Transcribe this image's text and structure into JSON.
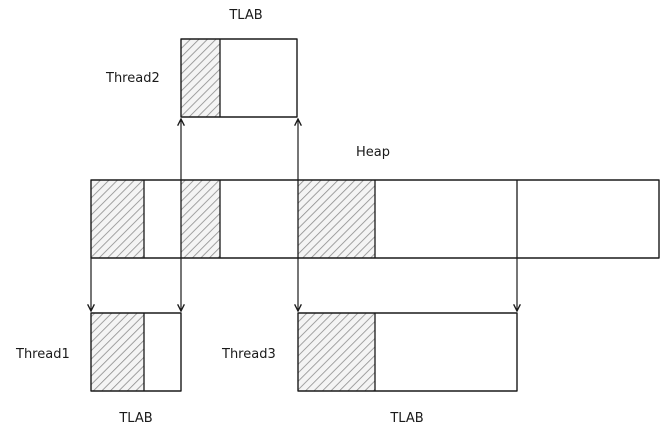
{
  "labels": {
    "tlab_top": "TLAB",
    "thread2": "Thread2",
    "heap": "Heap",
    "thread1": "Thread1",
    "thread3": "Thread3",
    "tlab_bottom_left": "TLAB",
    "tlab_bottom_right": "TLAB"
  },
  "colors": {
    "stroke": "#1a1a1a",
    "hatch": "#8c8c8c"
  }
}
